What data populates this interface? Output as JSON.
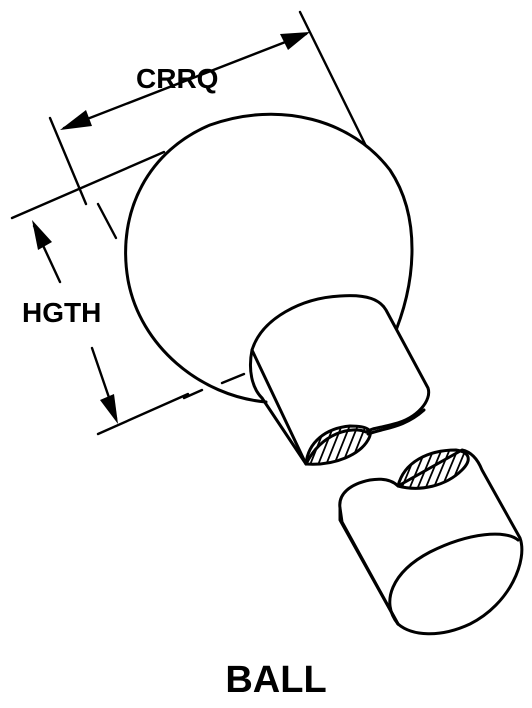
{
  "labels": {
    "dimension_width": "CRRQ",
    "dimension_height": "HGTH",
    "title": "BALL"
  }
}
